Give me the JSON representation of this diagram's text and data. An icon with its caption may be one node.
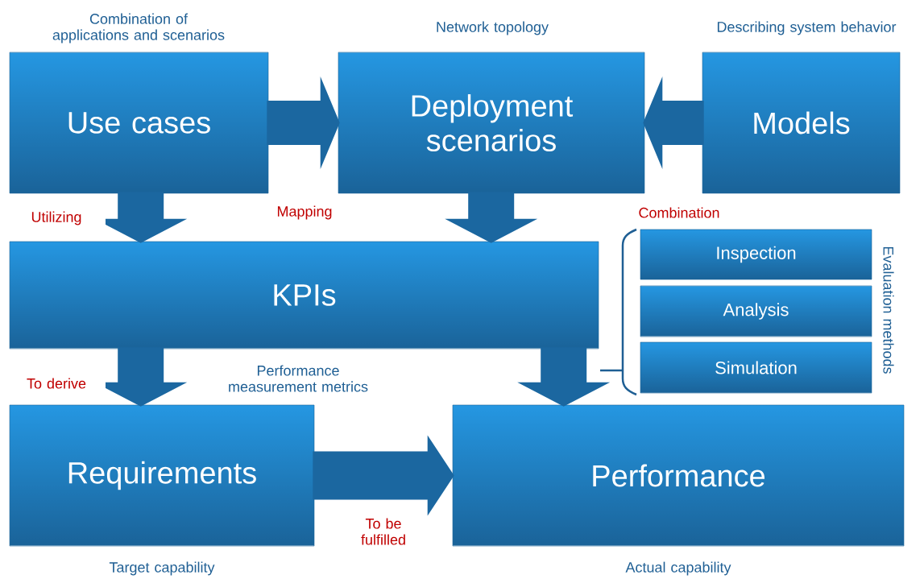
{
  "diagram": {
    "nodes": [
      {
        "text": [
          "Use cases"
        ]
      },
      {
        "text": [
          "Deployment scenarios"
        ]
      },
      {
        "text": [
          "Models"
        ]
      },
      {
        "text": [
          "KPIs"
        ]
      },
      {
        "text": [
          "Inspection"
        ]
      },
      {
        "text": [
          "Analysis"
        ]
      },
      {
        "text": [
          "Simulation"
        ]
      },
      {
        "text": [
          "Requirements"
        ]
      },
      {
        "text": [
          "Performance"
        ]
      }
    ],
    "edges": [
      {
        "from": 0,
        "to": 1,
        "arrow": "to"
      },
      {
        "from": 2,
        "to": 1,
        "arrow": "to"
      },
      {
        "from": 0,
        "to": 3,
        "arrow": "to",
        "label": "Utilizing"
      },
      {
        "from": 1,
        "to": 3,
        "arrow": "to"
      },
      {
        "from": 3,
        "to": 7,
        "arrow": "to",
        "label": "To derive"
      },
      {
        "from": 3,
        "to": 8,
        "arrow": "to"
      },
      {
        "from": 7,
        "to": 8,
        "arrow": "to",
        "label": "To be fulfilled"
      }
    ],
    "labels": [
      "Combination of applications and scenarios",
      "Network topology",
      "Describing system behavior",
      "Mapping",
      "Performance measurement metrics",
      "Combination",
      "Evaluation methods",
      "Target capability",
      "Actual capability"
    ]
  }
}
